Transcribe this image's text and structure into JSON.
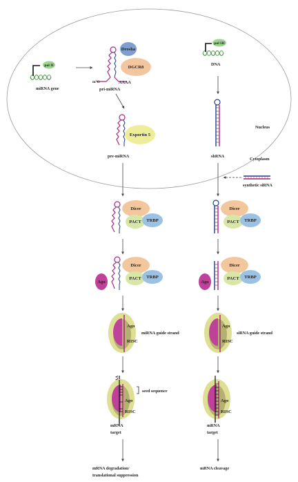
{
  "labels": {
    "pol2": "pol II",
    "pol3": "pol III",
    "mirna_gene": "miRNA gene",
    "pri_mirna": "pri-miRNA",
    "dna": "DNA",
    "nucleus": "Nucleus",
    "cytoplasm": "Cytoplasm",
    "pre_mirna": "pre-miRNA",
    "shrna": "shRNA",
    "synthetic_sirna": "synthetic siRNA",
    "mirna_guide": "miRNA guide strand",
    "sirna_guide": "siRNA guide strand",
    "seed": "seed sequence",
    "mrna_left": "mRNA",
    "target_left": "target",
    "mrna_right": "mRNA",
    "target_right": "target",
    "outcome_left_1": "mRNA degradation/",
    "outcome_left_2": "translational suppression",
    "outcome_right": "mRNA cleavage",
    "cap": "m⁷G",
    "polya": "AAAA",
    "polya_vertical": "AAAA"
  },
  "proteins": {
    "drosha": "Drosha",
    "dgcr8": "DGCR8",
    "exportin": "Exportin 5",
    "dicer": "Dicer",
    "pact": "PACT",
    "trbp": "TRBP",
    "ago": "Ago",
    "risc": "RISC"
  },
  "colors": {
    "drosha": "#7f9fd0",
    "dgcr8": "#f2c79f",
    "exportin": "#eeee9a",
    "dicer": "#f3c79d",
    "pact": "#d8e6a6",
    "trbp": "#9cc2e3",
    "ago": "#c0419a",
    "risc_outer": "#dede94",
    "risc_inner": "#b3b070",
    "rna_main": "#a8257d",
    "rna_pair": "#1e3d86",
    "gene": "#79b779",
    "pol": "#9dd48f"
  }
}
